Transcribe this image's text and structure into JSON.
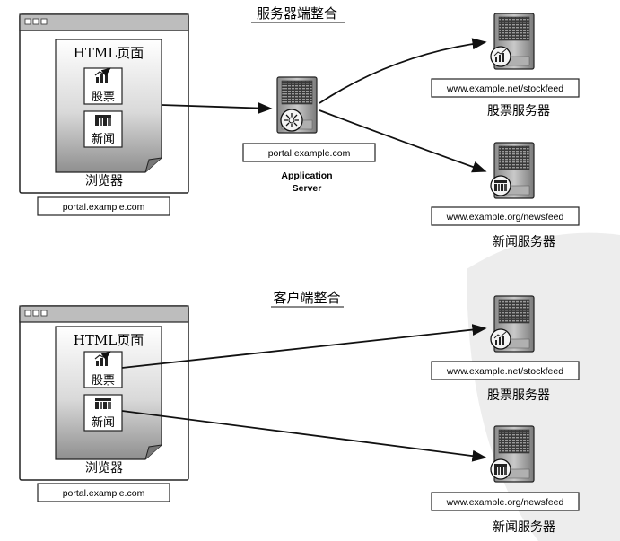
{
  "server_side": {
    "title": "服务器端整合",
    "browser": {
      "page_title": "HTML页面",
      "widget_stock": "股票",
      "widget_news": "新闻",
      "label": "浏览器",
      "url": "portal.example.com"
    },
    "app_server": {
      "url": "portal.example.com",
      "label_line1": "Application",
      "label_line2": "Server"
    },
    "stock_server": {
      "url": "www.example.net/stockfeed",
      "label": "股票服务器"
    },
    "news_server": {
      "url": "www.example.org/newsfeed",
      "label": "新闻服务器"
    }
  },
  "client_side": {
    "title": "客户端整合",
    "browser": {
      "page_title": "HTML页面",
      "widget_stock": "股票",
      "widget_news": "新闻",
      "label": "浏览器",
      "url": "portal.example.com"
    },
    "stock_server": {
      "url": "www.example.net/stockfeed",
      "label": "股票服务器"
    },
    "news_server": {
      "url": "www.example.org/newsfeed",
      "label": "新闻服务器"
    }
  }
}
